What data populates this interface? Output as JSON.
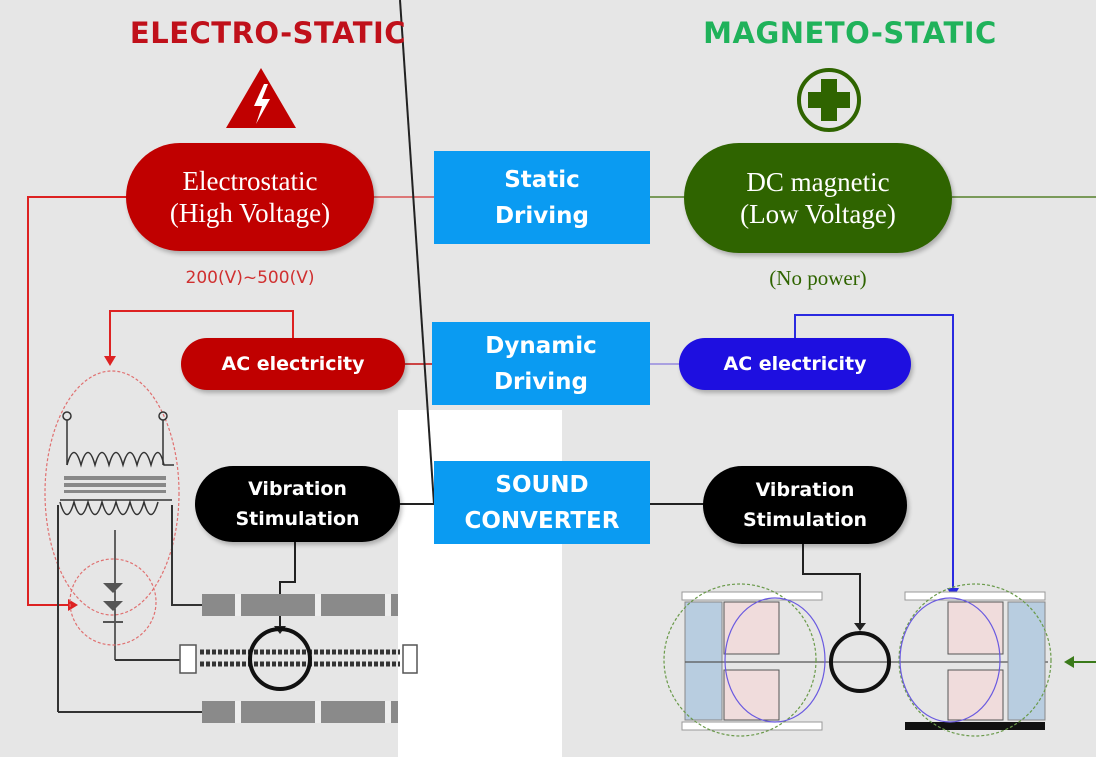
{
  "left": {
    "heading": "ELECTRO-STATIC",
    "heading_color": "#c0101a",
    "icon": "high-voltage-warning-icon",
    "source_line1": "Electrostatic",
    "source_line2": "(High Voltage)",
    "source_color": "#c00000",
    "voltage_note": "200(V)~500(V)",
    "ac_label": "AC electricity",
    "vibration_line1": "Vibration",
    "vibration_line2": "Stimulation"
  },
  "right": {
    "heading": "MAGNETO-STATIC",
    "heading_color": "#1fb25a",
    "icon": "plus-circle-icon",
    "source_line1": "DC magnetic",
    "source_line2": "(Low Voltage)",
    "source_color": "#2f6400",
    "power_note": "(No power)",
    "ac_label": "AC electricity",
    "ac_color": "#1e0fe0",
    "vibration_line1": "Vibration",
    "vibration_line2": "Stimulation"
  },
  "center": {
    "static_line1": "Static",
    "static_line2": "Driving",
    "dynamic_line1": "Dynamic",
    "dynamic_line2": "Driving",
    "sound_line1": "SOUND",
    "sound_line2": "CONVERTER",
    "box_color": "#0a9bf2"
  }
}
